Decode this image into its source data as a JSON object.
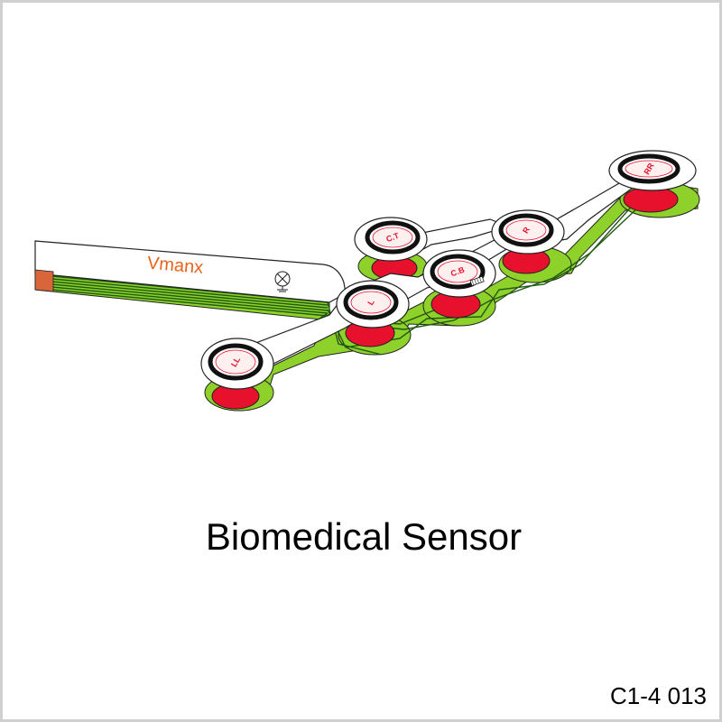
{
  "caption": "Biomedical Sensor",
  "product_code": "C1-4 013",
  "brand_label": "Vmanx",
  "colors": {
    "film": "#ffffff",
    "outline": "#222222",
    "pcb_green": "#8ed12a",
    "trace": "#1f5a12",
    "electrode_red": "#e8112d",
    "brand_orange": "#e8641c",
    "contact_copper": "#d9653a"
  },
  "electrode_labels": [
    "L",
    "LL",
    "C.T",
    "C.B",
    "R",
    "RR"
  ]
}
